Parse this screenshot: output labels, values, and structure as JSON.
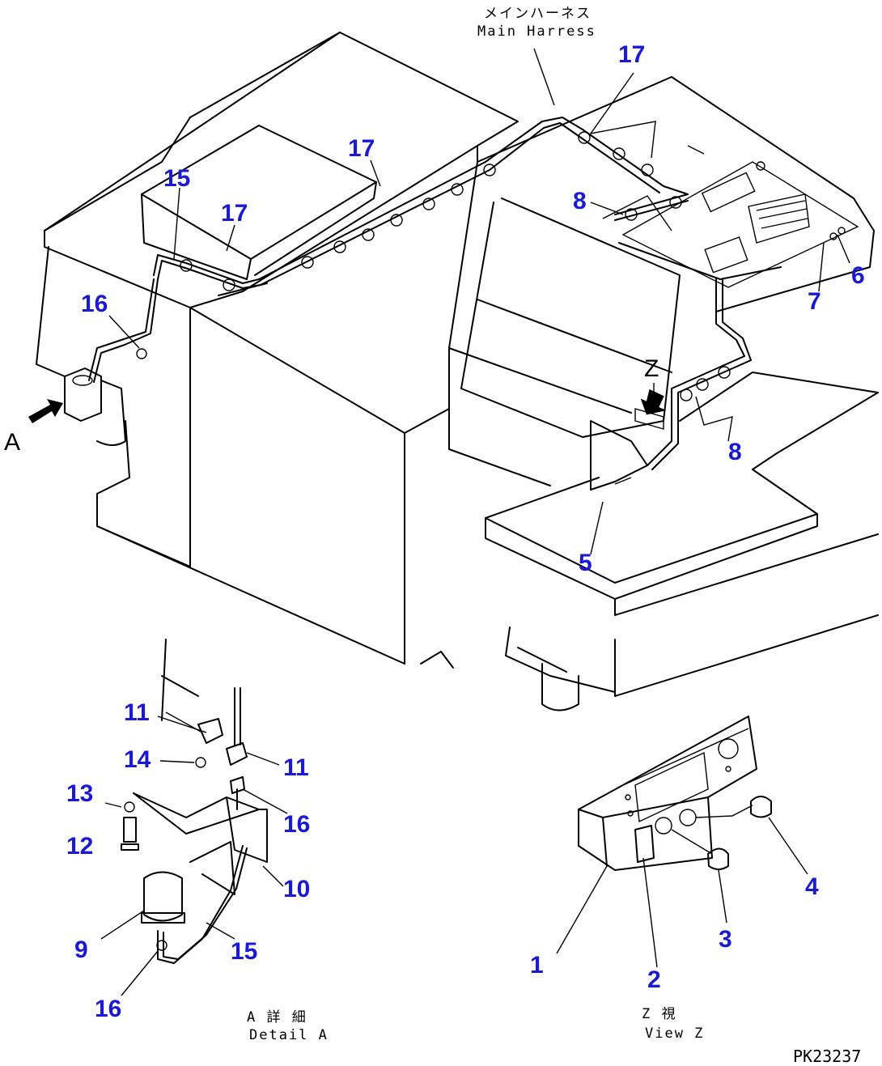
{
  "harness_caption_jp": "メインハーネス",
  "harness_caption_en": "Main Harress",
  "callouts": [
    {
      "id": "c17a",
      "text": "17"
    },
    {
      "id": "c17b",
      "text": "17"
    },
    {
      "id": "c17c",
      "text": "17"
    },
    {
      "id": "c15a",
      "text": "15"
    },
    {
      "id": "c16a",
      "text": "16"
    },
    {
      "id": "c8a",
      "text": "8"
    },
    {
      "id": "c8b",
      "text": "8"
    },
    {
      "id": "c7",
      "text": "7"
    },
    {
      "id": "c6",
      "text": "6"
    },
    {
      "id": "c5",
      "text": "5"
    },
    {
      "id": "c11a",
      "text": "11"
    },
    {
      "id": "c11b",
      "text": "11"
    },
    {
      "id": "c14",
      "text": "14"
    },
    {
      "id": "c13",
      "text": "13"
    },
    {
      "id": "c16b",
      "text": "16"
    },
    {
      "id": "c12",
      "text": "12"
    },
    {
      "id": "c10",
      "text": "10"
    },
    {
      "id": "c9",
      "text": "9"
    },
    {
      "id": "c15b",
      "text": "15"
    },
    {
      "id": "c16c",
      "text": "16"
    },
    {
      "id": "c4",
      "text": "4"
    },
    {
      "id": "c3",
      "text": "3"
    },
    {
      "id": "c1",
      "text": "1"
    },
    {
      "id": "c2",
      "text": "2"
    }
  ],
  "view_markers": {
    "a": "A",
    "z": "Z"
  },
  "detail_a_jp": "A 詳 細",
  "detail_a_en": "Detail A",
  "view_z_jp": "Z 視",
  "view_z_en": "View Z",
  "drawing_number": "PK23237",
  "colors": {
    "callout": "#1a1ad6",
    "line": "#000000"
  }
}
